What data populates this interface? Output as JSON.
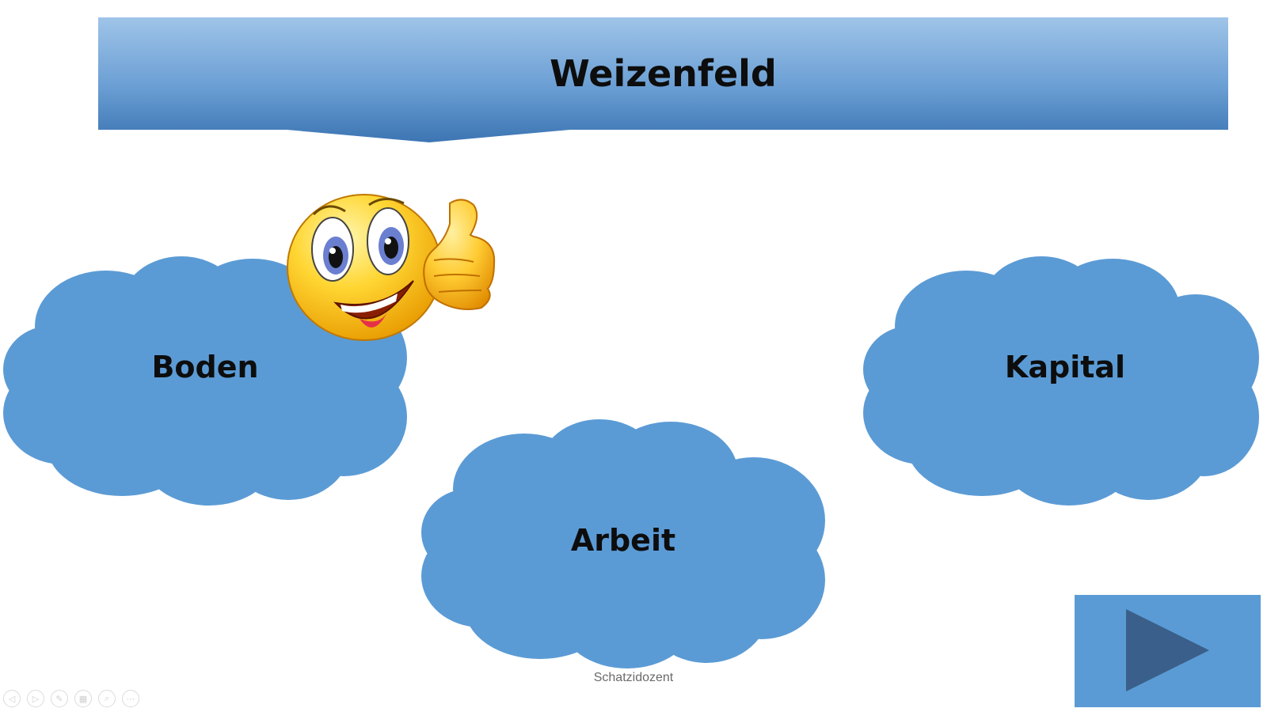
{
  "slide": {
    "title": "Weizenfeld",
    "footer": "Schatzidozent"
  },
  "clouds": [
    {
      "id": "boden",
      "label": "Boden"
    },
    {
      "id": "arbeit",
      "label": "Arbeit"
    },
    {
      "id": "kapital",
      "label": "Kapital"
    }
  ],
  "emoji": {
    "icon": "thumbs-up-smiley-icon"
  },
  "next_button": {
    "icon": "play-triangle-icon"
  },
  "toolbar": {
    "items": [
      {
        "icon": "previous-icon",
        "glyph": "◁"
      },
      {
        "icon": "next-icon",
        "glyph": "▷"
      },
      {
        "icon": "pen-icon",
        "glyph": "✎"
      },
      {
        "icon": "slides-icon",
        "glyph": "▦"
      },
      {
        "icon": "zoom-icon",
        "glyph": "⌕"
      },
      {
        "icon": "more-icon",
        "glyph": "⋯"
      }
    ]
  },
  "colors": {
    "cloud": "#5b9bd5",
    "banner_top": "#9dc3e6",
    "banner_bottom": "#3f78b5",
    "button": "#5b9bd5",
    "button_arrow": "#3a5f8a"
  }
}
